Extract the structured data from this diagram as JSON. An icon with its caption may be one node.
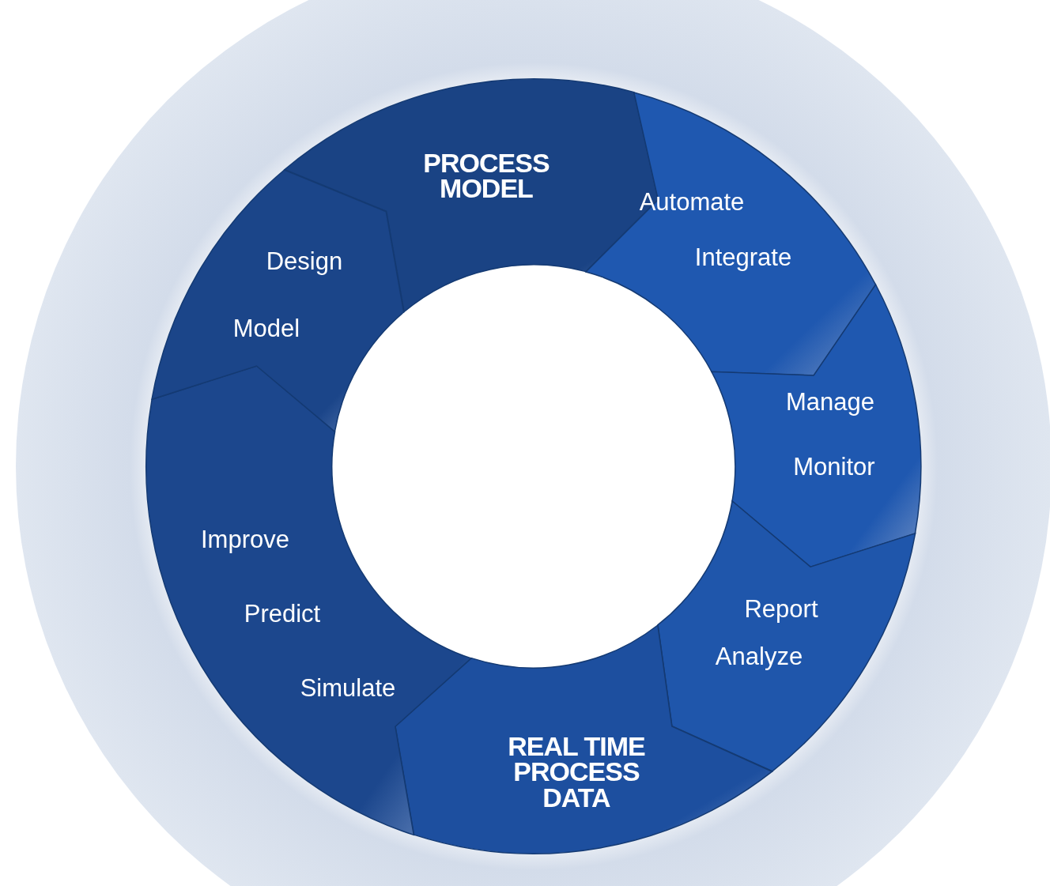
{
  "diagram": {
    "nodes": [
      {
        "text": [
          "PROCESS MODEL"
        ]
      },
      {
        "text": [
          "Automate",
          "Integrate"
        ]
      },
      {
        "text": [
          "Manage",
          "Monitor"
        ]
      },
      {
        "text": [
          "Report",
          "Analyze"
        ]
      },
      {
        "text": [
          "REAL TIME PROCESS DATA"
        ]
      },
      {
        "text": [
          "Improve",
          "Predict",
          "Simulate"
        ]
      },
      {
        "text": [
          "Design",
          "Model"
        ]
      }
    ]
  }
}
